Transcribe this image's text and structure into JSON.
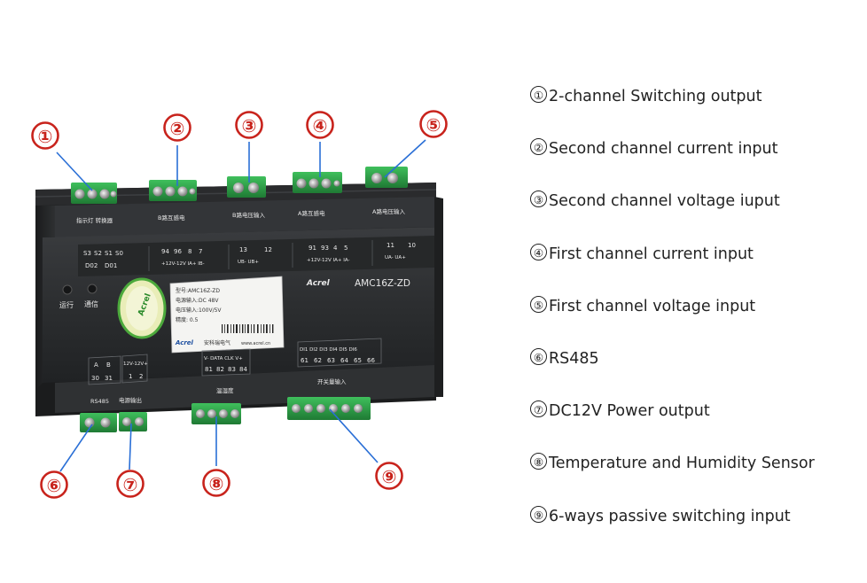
{
  "colors": {
    "callout_red": "#c8231c",
    "connector_green": "#2d9a46",
    "leader_blue": "#2a6fd6",
    "device_body": "#2b2d2f"
  },
  "device": {
    "model_label": "AMC16Z-ZD",
    "brand": "Acrel",
    "run_label": "运行",
    "comm_label": "通信",
    "top_labels": {
      "do": "指示灯 转换器",
      "ch2_current": "B路互感电",
      "ch2_voltage": "B路电压输入",
      "ch1_current": "A路互感电",
      "ch1_voltage": "A路电压输入"
    },
    "bottom_labels": {
      "rs485": "RS485",
      "power": "电源输出",
      "sensor": "温湿度",
      "switch": "开关量输入"
    },
    "terminals_top": {
      "g1a": [
        "S3",
        "S2",
        "S1",
        "S0"
      ],
      "g1b": [
        "D02",
        "D01"
      ],
      "g2a": [
        "94",
        "96",
        "8",
        "7"
      ],
      "g2b": "+12V-12V IA+ IB-",
      "g3a": [
        "13",
        "12"
      ],
      "g3b": "UB-  UB+",
      "g4a": [
        "91",
        "93",
        "4",
        "5"
      ],
      "g4b": "+12V-12V IA+ IA-",
      "g5a": [
        "11",
        "10"
      ],
      "g5b": "UA-  UA+"
    },
    "terminals_bottom": {
      "rs485_top": [
        "A",
        "B"
      ],
      "rs485_bot": [
        "30",
        "31"
      ],
      "power_top": "12V-12V+",
      "power_bot": [
        "1",
        "2"
      ],
      "sensor_top": "V- DATA CLK V+",
      "sensor_bot": [
        "81",
        "82",
        "83",
        "84"
      ],
      "switch_top": "DI1 DI2 DI3 DI4 DI5 DI6",
      "switch_bot": [
        "61",
        "62",
        "63",
        "64",
        "65",
        "66"
      ]
    },
    "nameplate": {
      "model": "型号:AMC16Z-ZD",
      "line1": "电源输入:DC 48V",
      "line2": "电压输入:100V/5V",
      "line3": "精度: 0.5",
      "brand": "Acrel",
      "brand_cn": "安科瑞电气",
      "url": "www.acrel.cn"
    }
  },
  "callouts": [
    "①",
    "②",
    "③",
    "④",
    "⑤",
    "⑥",
    "⑦",
    "⑧",
    "⑨"
  ],
  "legend": [
    {
      "num": "①",
      "text": "2-channel Switching output"
    },
    {
      "num": "②",
      "text": "Second channel current input"
    },
    {
      "num": "③",
      "text": "Second channel voltage iuput"
    },
    {
      "num": "④",
      "text": "First channel current input"
    },
    {
      "num": "⑤",
      "text": "First channel voltage input"
    },
    {
      "num": "⑥",
      "text": "RS485"
    },
    {
      "num": "⑦",
      "text": "DC12V Power output"
    },
    {
      "num": "⑧",
      "text": "Temperature and Humidity Sensor"
    },
    {
      "num": "⑨",
      "text": "6-ways passive switching input"
    }
  ]
}
